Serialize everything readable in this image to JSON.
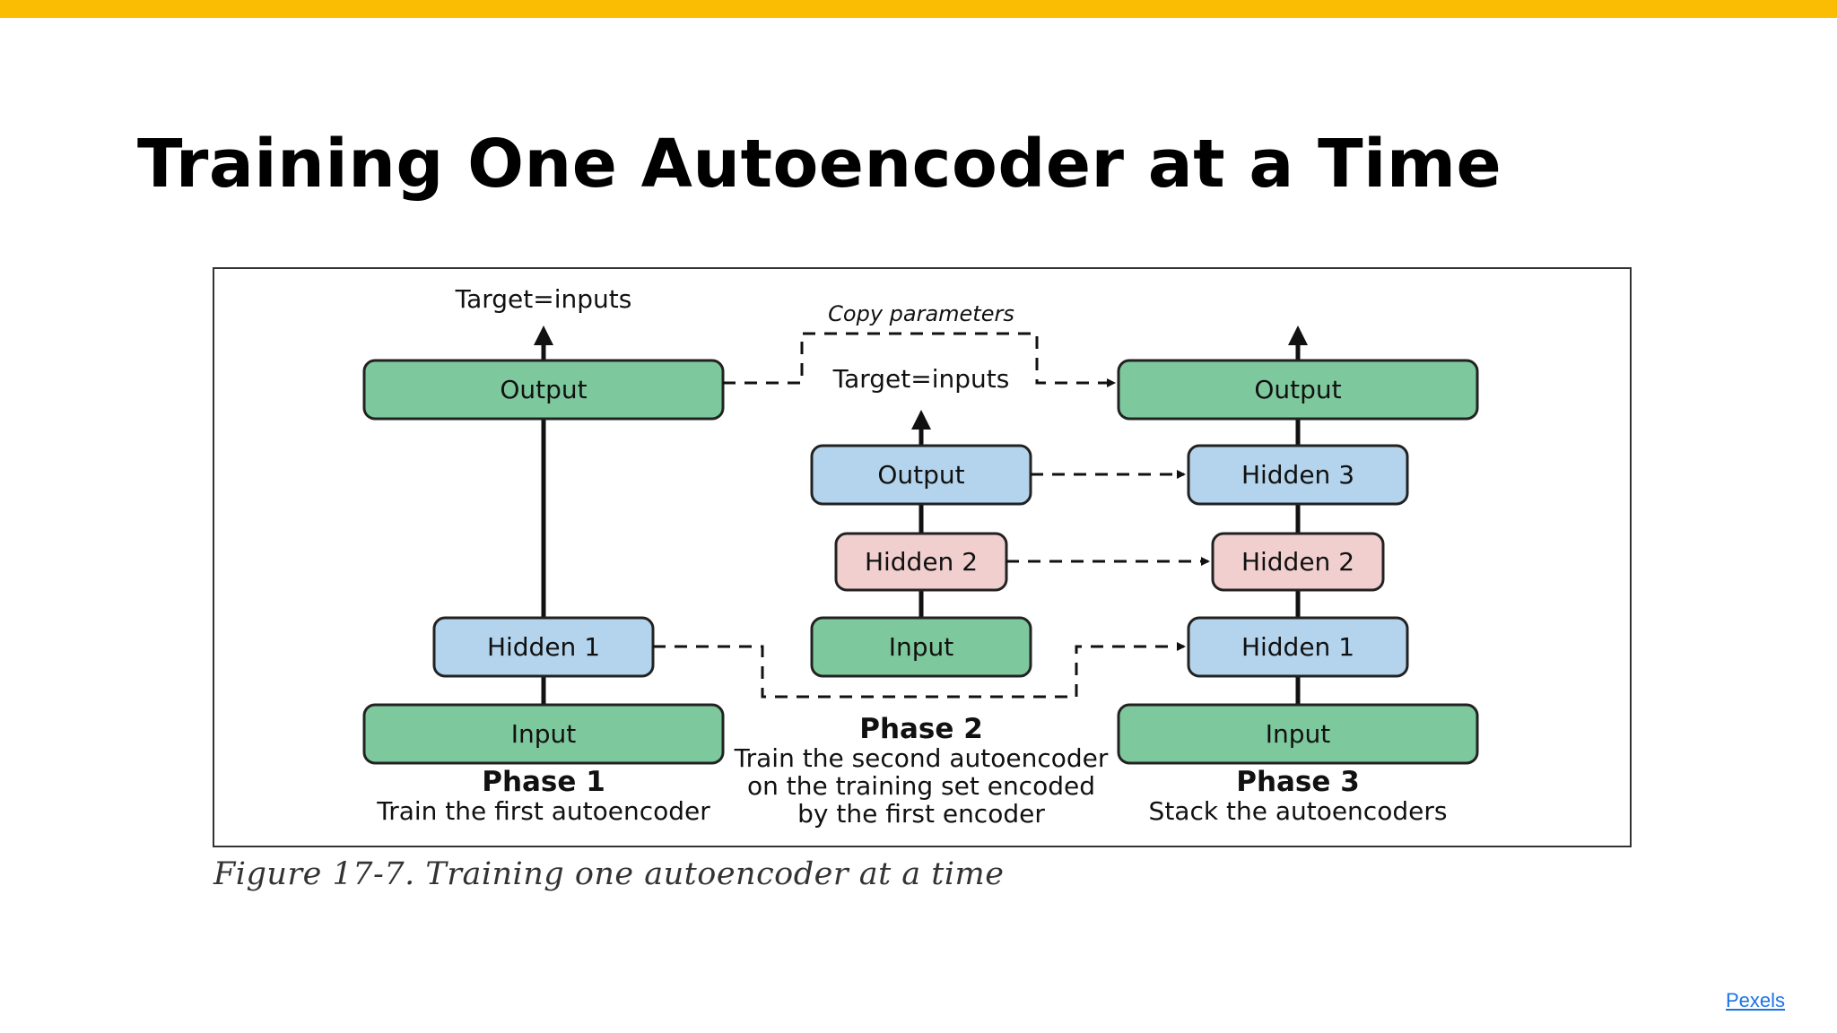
{
  "slide": {
    "title": "Training One Autoencoder at a Time",
    "credit_link": "Pexels",
    "accent_color": "#fbbc04"
  },
  "figure": {
    "caption": "Figure 17-7. Training one autoencoder at a time",
    "colors": {
      "green": "#7ec89d",
      "blue": "#b3d4ec",
      "pink": "#f2cfcf",
      "border": "#222222"
    },
    "copy_parameters_label": "Copy parameters",
    "phase1": {
      "target_label": "Target=inputs",
      "output_label": "Output",
      "hidden1_label": "Hidden 1",
      "input_label": "Input",
      "title": "Phase 1",
      "description": "Train the first autoencoder"
    },
    "phase2": {
      "target_label": "Target=inputs",
      "output_label": "Output",
      "hidden2_label": "Hidden 2",
      "input_label": "Input",
      "title": "Phase 2",
      "description_lines": [
        "Train the second autoencoder",
        "on the training set encoded",
        "by the first encoder"
      ]
    },
    "phase3": {
      "output_label": "Output",
      "hidden3_label": "Hidden 3",
      "hidden2_label": "Hidden 2",
      "hidden1_label": "Hidden 1",
      "input_label": "Input",
      "title": "Phase 3",
      "description": "Stack the autoencoders"
    }
  }
}
